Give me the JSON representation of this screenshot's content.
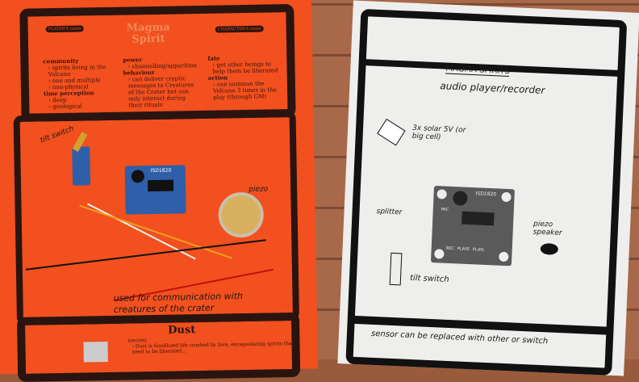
{
  "left_poster": {
    "player_name_label": "PLAYER'S name",
    "character_name_label": "CHARACTER'S name",
    "title_line1": "Magma",
    "title_line2": "Spirit",
    "col1": [
      {
        "h": "community"
      },
      {
        "i": "› spirits living in the Volcano"
      },
      {
        "i": "› one and multiple"
      },
      {
        "i": "› non-physical"
      },
      {
        "h": "time perception"
      },
      {
        "i": "› deep"
      },
      {
        "i": "› geological"
      }
    ],
    "col2": [
      {
        "h": "power"
      },
      {
        "i": "› channelling/apparition"
      },
      {
        "h": "behaviour"
      },
      {
        "i": "› can deliver cryptic messages to Creatures of the Crater but can only interact during their rituals"
      }
    ],
    "col3": [
      {
        "h": "fate"
      },
      {
        "i": "› get other beings to help them be liberated"
      },
      {
        "h": "action"
      },
      {
        "i": "› can summon the Volcano 3 times in the play (through GM)"
      }
    ],
    "tilt_label": "tilt switch",
    "piezo_label": "piezo",
    "chip_label": "ISD1820",
    "note": "used for communication with creatures of the crater",
    "dust_title": "Dust",
    "dust_secret": "(secret)",
    "dust_text": "› Dust is fossillized life crushed by lava, encapsulating spirits that need to be liberated..."
  },
  "right_paper": {
    "title": "MAGMA SPIRITS",
    "subtitle": "audio player/recorder",
    "solar_label": "3x solar 5V (or big cell)",
    "splitter_label": "splitter",
    "chip_label": "ISD1820",
    "mic_label": "MIC",
    "buttons": [
      "REC",
      "PLAYE",
      "PLAYL"
    ],
    "piezo_label": "piezo speaker",
    "tilt_label": "tilt switch",
    "footer": "sensor can be replaced with other or switch"
  }
}
